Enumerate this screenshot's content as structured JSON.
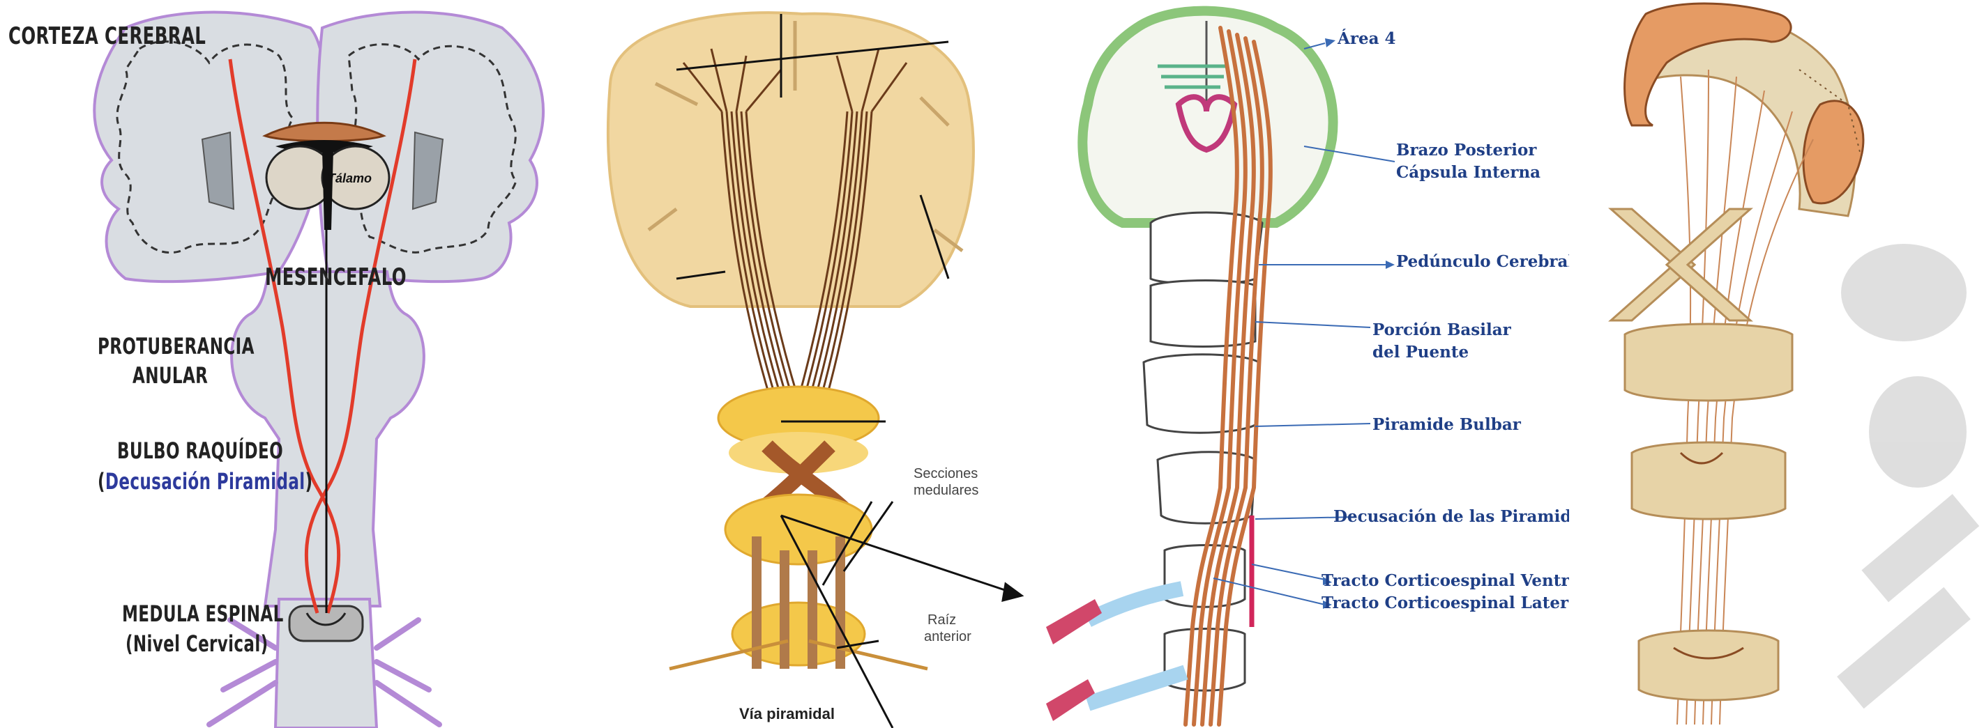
{
  "panel1": {
    "corteza": "CORTEZA CEREBRAL",
    "talamo": "Tálamo",
    "mesencefalo": "MESENCEFALO",
    "protuberancia_1": "PROTUBERANCIA",
    "protuberancia_2": "ANULAR",
    "bulbo": "BULBO  RAQUÍDEO",
    "decusacion_open": "(",
    "decusacion": "Decusación Piramidal",
    "decusacion_close": ")",
    "medula": "MEDULA ESPINAL",
    "nivel": "(Nivel Cervical)"
  },
  "panel2": {
    "secciones_1": "Secciones",
    "secciones_2": "medulares",
    "raiz_1": "Raíz",
    "raiz_2": "anterior",
    "via": "Vía piramidal"
  },
  "panel3": {
    "area4": "Área 4",
    "brazo_1": "Brazo Posterior",
    "brazo_2": "Cápsula Interna",
    "pedunculo": "Pedúnculo Cerebral",
    "porcion_1": "Porción Basilar",
    "porcion_2": "del Puente",
    "piramide": "Piramide Bulbar",
    "decusacion": "Decusación de las Piramides",
    "tracto_ventral": "Tracto Corticoespinal Ventral",
    "tracto_lateral": "Tracto Corticoespinal Lateral"
  },
  "colors": {
    "tract_red": "#e23b2a",
    "brain_fill": "#d9dde2",
    "outline_purple": "#b48ad6",
    "label_blue": "#1f3f86",
    "cortex_green": "#8cc67a",
    "cortex_tan": "#f1d7a1",
    "fiber_brown": "#b86a3a",
    "spinal_yellow": "#f4c84a"
  }
}
